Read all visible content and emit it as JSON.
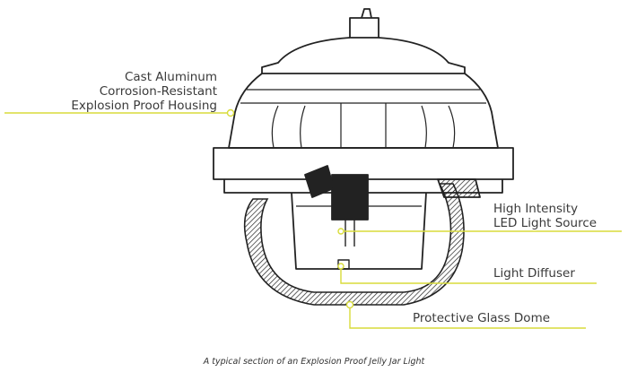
{
  "labels": {
    "housing": [
      "Cast Aluminum",
      "Corrosion-Resistant",
      "Explosion Proof Housing"
    ],
    "led": [
      "High Intensity",
      "LED Light Source"
    ],
    "diffuser": "Light Diffuser",
    "dome": "Protective Glass Dome"
  },
  "caption": "A typical section of an Explosion Proof Jelly Jar Light",
  "colors": {
    "leader": "#d8dc3a",
    "ink": "#222222",
    "text": "#3a3a3a"
  }
}
